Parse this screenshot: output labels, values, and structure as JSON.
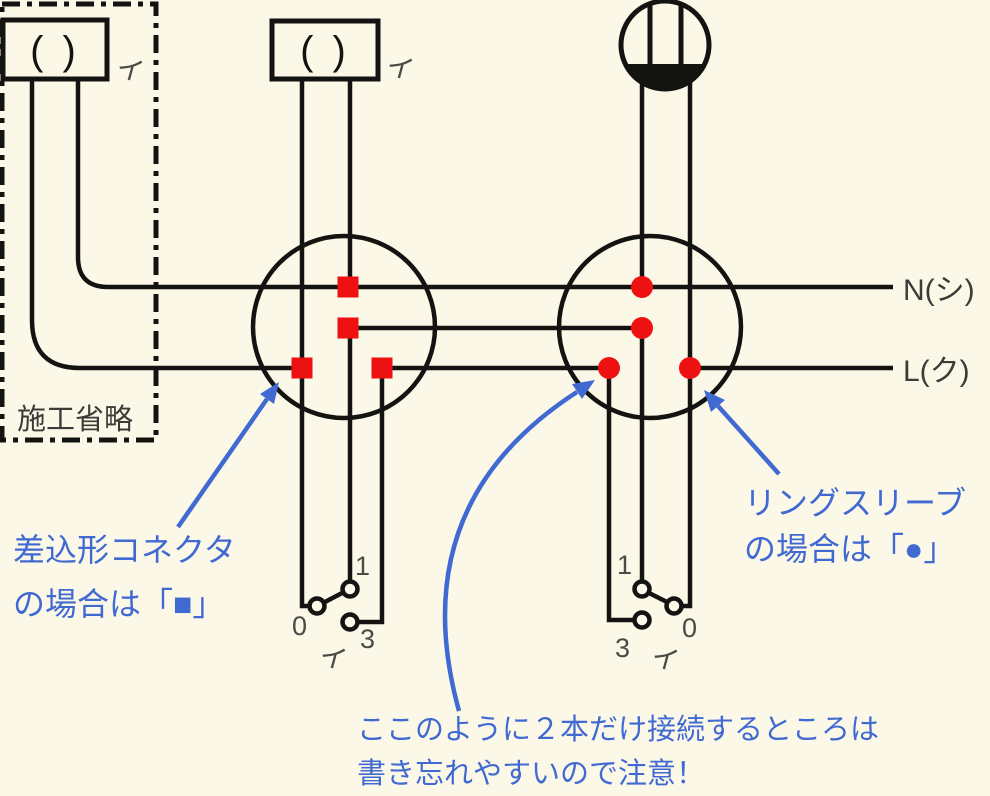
{
  "colors": {
    "background": "#FCF8E8",
    "wire_black": "#131311",
    "connector_red": "#EE1111",
    "annotation_blue": "#4169D2",
    "label_gray": "#4A4A47"
  },
  "power": {
    "neutral_label": "N(シ)",
    "live_label": "L(ク)"
  },
  "boxes": {
    "omission_label": "施工省略"
  },
  "devices": {
    "lamp_omitted": {
      "symbol": "( )",
      "circuit": "イ"
    },
    "lamp_center": {
      "symbol": "( )",
      "circuit": "イ"
    }
  },
  "switch_left": {
    "t1": "1",
    "t0": "0",
    "t3": "3",
    "circuit": "イ"
  },
  "switch_right": {
    "t1": "1",
    "t3": "3",
    "t0": "0",
    "circuit": "イ"
  },
  "notes": {
    "connector": {
      "line1": "差込形コネクタ",
      "line2": "の場合は「■」"
    },
    "sleeve": {
      "line1": "リングスリーブ",
      "line2": "の場合は「●」"
    },
    "caution": {
      "line1": "ここのように２本だけ接続するところは",
      "line2": "書き忘れやすいので注意！"
    }
  }
}
